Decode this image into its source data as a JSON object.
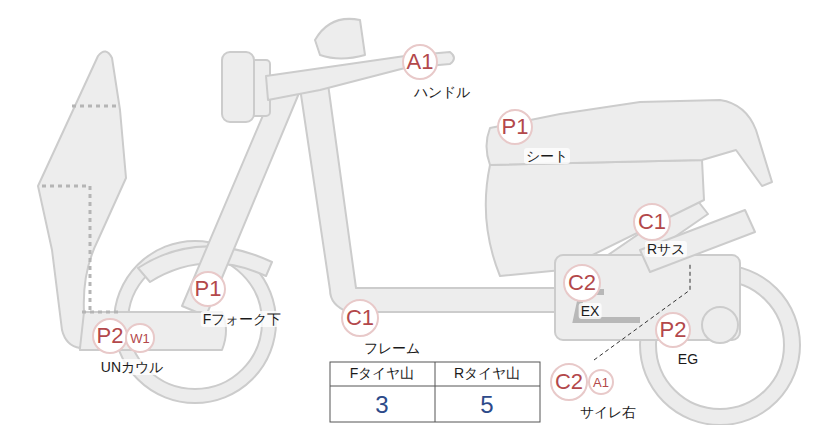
{
  "diagram": {
    "nodes": [
      {
        "text": [
          "A1",
          "ハンドル"
        ]
      },
      {
        "text": [
          "P1",
          "シート"
        ]
      },
      {
        "text": [
          "C1",
          "Rサス"
        ]
      },
      {
        "text": [
          "C2",
          "EX"
        ]
      },
      {
        "text": [
          "P1",
          "Fフォーク下"
        ]
      },
      {
        "text": [
          "C1",
          "フレーム"
        ]
      },
      {
        "text": [
          "P2",
          "EG"
        ]
      },
      {
        "text": [
          "P2",
          "UNカウル"
        ]
      },
      {
        "text": [
          "W1"
        ]
      },
      {
        "text": [
          "C2",
          "サイレ右"
        ]
      },
      {
        "text": [
          "A1"
        ]
      }
    ],
    "labels": [
      "Fタイヤ山",
      "Rタイヤ山",
      "3",
      "5"
    ]
  }
}
